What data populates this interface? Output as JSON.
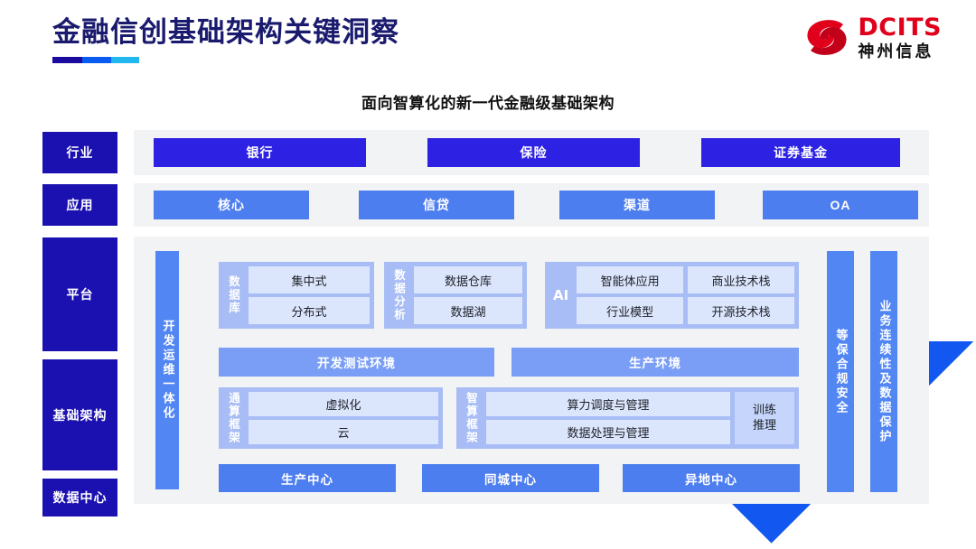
{
  "header": {
    "title": "金融信创基础架构关键洞察",
    "logo_en": "DCITS",
    "logo_cn": "神州信息",
    "logo_icon": "dcits-swirl-icon"
  },
  "subtitle": "面向智算化的新一代金融级基础架构",
  "sidebar": {
    "items": [
      {
        "label": "行业"
      },
      {
        "label": "应用"
      },
      {
        "label": "平台"
      },
      {
        "label": "基础架构"
      },
      {
        "label": "数据中心"
      }
    ]
  },
  "rows": {
    "industry": {
      "blocks": [
        {
          "label": "银行"
        },
        {
          "label": "保险"
        },
        {
          "label": "证券基金"
        }
      ]
    },
    "application": {
      "blocks": [
        {
          "label": "核心"
        },
        {
          "label": "信贷"
        },
        {
          "label": "渠道"
        },
        {
          "label": "OA"
        }
      ]
    }
  },
  "platform": {
    "devops_bar": "开发运维一体化",
    "database": {
      "label": "数据库",
      "cards": [
        "集中式",
        "分布式"
      ]
    },
    "analytics": {
      "label": "数据分析",
      "cards": [
        "数据仓库",
        "数据湖"
      ]
    },
    "ai": {
      "label": "AI",
      "col1": [
        "智能体应用",
        "行业模型"
      ],
      "col2": [
        "商业技术栈",
        "开源技术栈"
      ]
    },
    "environments": [
      {
        "label": "开发测试环境"
      },
      {
        "label": "生产环境"
      }
    ]
  },
  "infrastructure": {
    "general_compute": {
      "label": "通算框架",
      "cards": [
        "虚拟化",
        "云"
      ]
    },
    "intelligent_compute": {
      "label": "智算框架",
      "cards": [
        "算力调度与管理",
        "数据处理与管理"
      ],
      "side_card": "训练\n推理"
    }
  },
  "datacenter": {
    "blocks": [
      {
        "label": "生产中心"
      },
      {
        "label": "同城中心"
      },
      {
        "label": "异地中心"
      }
    ]
  },
  "right_bars": [
    {
      "label": "等保合规安全"
    },
    {
      "label": "业务连续性及数据保护"
    }
  ],
  "colors": {
    "deep_blue": "#1b10b0",
    "industry_blue": "#2d22e3",
    "app_blue": "#4d7ef0",
    "light_blue": "#7a9ef5",
    "card_blue": "#dbe5fc",
    "panel_gray": "#f2f3f5",
    "logo_red": "#e0001b",
    "title_navy": "#1a1a6e"
  }
}
